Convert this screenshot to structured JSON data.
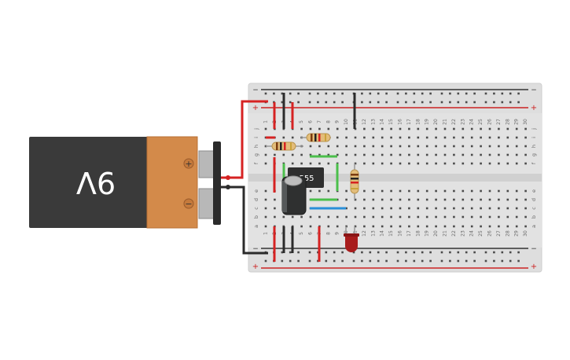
{
  "battery": {
    "label": "9V",
    "plus_symbol": "+",
    "minus_symbol": "−",
    "body_color": "#3a3a3a",
    "cap_color": "#d38a4a"
  },
  "ic": {
    "label": "555"
  },
  "breadboard": {
    "columns": [
      "1",
      "2",
      "3",
      "4",
      "5",
      "6",
      "7",
      "8",
      "9",
      "10",
      "11",
      "12",
      "13",
      "14",
      "15",
      "16",
      "17",
      "18",
      "19",
      "20",
      "21",
      "22",
      "23",
      "24",
      "25",
      "26",
      "27",
      "28",
      "29",
      "30"
    ],
    "rows_top": [
      "j",
      "i",
      "h",
      "g",
      "f"
    ],
    "rows_bottom": [
      "e",
      "d",
      "c",
      "b",
      "a"
    ],
    "rail_plus": "+",
    "rail_minus": "−",
    "board_color": "#dcdcdc"
  },
  "colors": {
    "wire_red": "#d62222",
    "wire_black": "#2b2b2b",
    "wire_green": "#4bbf4b",
    "wire_blue": "#2a8fd8",
    "led_red": "#a81c1c",
    "rail_red": "#cc2222",
    "rail_dark": "#333333"
  }
}
